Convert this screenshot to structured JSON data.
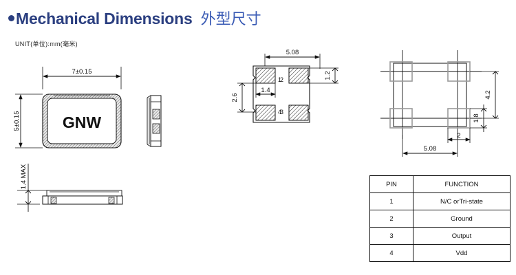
{
  "header": {
    "bullet": "bullet-dot",
    "title_en": "Mechanical Dimensions",
    "title_cn": "外型尺寸",
    "color_en": "#2b3f80",
    "color_cn": "#3a5bb5"
  },
  "unit_note": "UNIT(单位):mm(毫米)",
  "views": {
    "top_view": {
      "label": "GNW",
      "dim_width": "7±0.15",
      "dim_height": "5±0.15"
    },
    "side_view": {
      "dim_thickness": "1.4 MAX"
    },
    "pad_view": {
      "dim_pitch_x": "5.08",
      "dim_pad_height": "1.2",
      "dim_pitch_y": "2.6",
      "dim_pad_width": "1.4",
      "pins": [
        "1",
        "2",
        "3",
        "4"
      ]
    },
    "land_pattern": {
      "dim_outer_y": "4.2",
      "dim_inner_y": "1.8",
      "dim_pitch_x": "5.08",
      "dim_pad_x": "2"
    }
  },
  "pin_table": {
    "headers": [
      "PIN",
      "FUNCTION"
    ],
    "rows": [
      {
        "pin": "1",
        "function": "N/C orTri-state"
      },
      {
        "pin": "2",
        "function": "Ground"
      },
      {
        "pin": "3",
        "function": "Output"
      },
      {
        "pin": "4",
        "function": "Vdd"
      }
    ]
  }
}
